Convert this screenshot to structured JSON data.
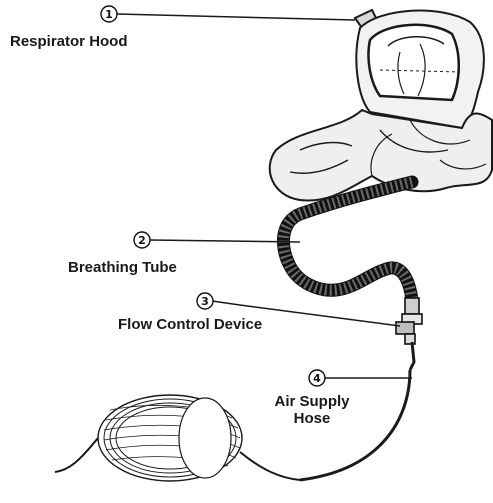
{
  "callouts": [
    {
      "number": "1",
      "label": "Respirator Hood"
    },
    {
      "number": "2",
      "label": "Breathing Tube"
    },
    {
      "number": "3",
      "label": "Flow Control Device"
    },
    {
      "number": "4",
      "label": "Air Supply\nHose"
    }
  ],
  "colors": {
    "ink": "#1a1a1a",
    "background": "#ffffff"
  }
}
